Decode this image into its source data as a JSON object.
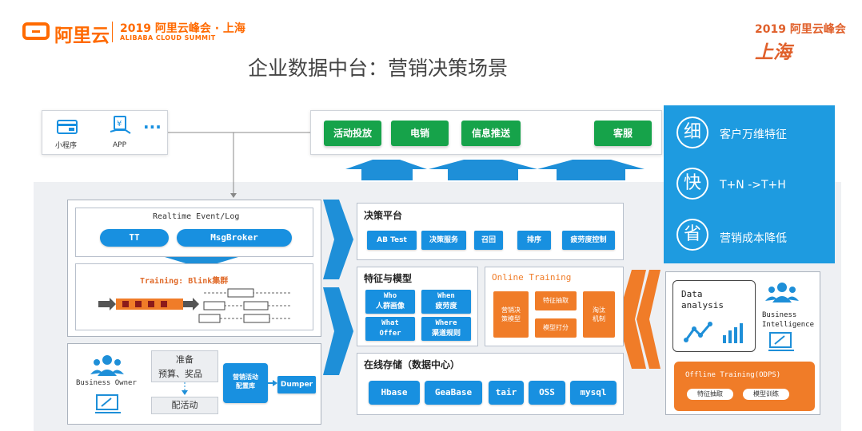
{
  "header": {
    "logo_text": "阿里云",
    "summit_cn": "2019 阿里云峰会 · 上海",
    "summit_en": "ALIBABA CLOUD SUMMIT",
    "top_right_title": "2019 阿里云峰会",
    "top_right_city": "上海",
    "page_title": "企业数据中台：营销决策场景"
  },
  "apps": {
    "mini_program": "小程序",
    "app": "APP",
    "more": "···"
  },
  "channels": [
    "活动投放",
    "电销",
    "信息推送",
    "客服"
  ],
  "right_panel": {
    "items": [
      {
        "char": "细",
        "text": "客户万维特征"
      },
      {
        "char": "快",
        "text": "T+N ->T+H"
      },
      {
        "char": "省",
        "text": "营销成本降低"
      }
    ]
  },
  "realtime": {
    "title": "Realtime Event/Log",
    "tt": "TT",
    "msgbroker": "MsgBroker",
    "training": "Training: Blink集群"
  },
  "business_owner": {
    "label": "Business Owner",
    "prepare": "准备",
    "budget": "预算、奖品",
    "config": "配活动",
    "campaign_db": "营销活动\n配置库",
    "dumper": "Dumper"
  },
  "decision": {
    "title": "决策平台",
    "buttons": [
      "AB Test",
      "决策服务",
      "召回",
      "排序",
      "疲劳度控制"
    ]
  },
  "features": {
    "title": "特征与模型",
    "buttons": [
      {
        "l1": "Who",
        "l2": "人群画像"
      },
      {
        "l1": "When",
        "l2": "疲劳度"
      },
      {
        "l1": "What",
        "l2": "Offer"
      },
      {
        "l1": "Where",
        "l2": "渠道规则"
      }
    ]
  },
  "online_training": {
    "title": "Online Training",
    "sample": "营销决\n策模型",
    "feature_extract": "特征抽取",
    "model_score": "模型打分",
    "eliminate": "淘汰\n机制"
  },
  "storage": {
    "title": "在线存储（数据中心）",
    "items": [
      "Hbase",
      "GeaBase",
      "tair",
      "OSS",
      "mysql"
    ]
  },
  "analysis": {
    "data_analysis": "Data\nanalysis",
    "bi": "Business\nIntelligence",
    "offline_title": "Offline Training(ODPS)",
    "offline_btns": [
      "特征抽取",
      "模型训练"
    ]
  }
}
